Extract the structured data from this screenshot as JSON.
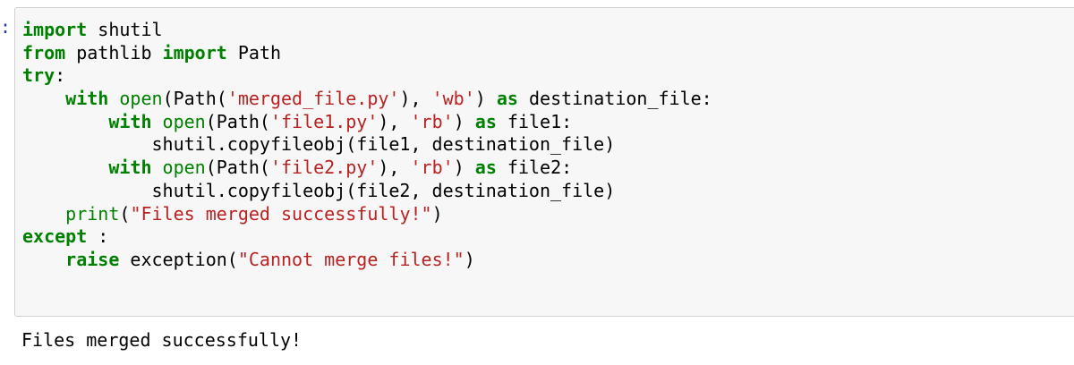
{
  "cell": {
    "prompt": ":",
    "lines": [
      [
        {
          "t": "import",
          "k": "kw"
        },
        {
          "t": " shutil",
          "k": "tok"
        }
      ],
      [
        {
          "t": "from",
          "k": "kw"
        },
        {
          "t": " pathlib ",
          "k": "tok"
        },
        {
          "t": "import",
          "k": "kw"
        },
        {
          "t": " Path",
          "k": "tok"
        }
      ],
      [
        {
          "t": "try",
          "k": "kw"
        },
        {
          "t": ":",
          "k": "tok"
        }
      ],
      [
        {
          "t": "    ",
          "k": "tok"
        },
        {
          "t": "with",
          "k": "kw"
        },
        {
          "t": " ",
          "k": "tok"
        },
        {
          "t": "open",
          "k": "bi"
        },
        {
          "t": "(Path(",
          "k": "tok"
        },
        {
          "t": "'merged_file.py'",
          "k": "str"
        },
        {
          "t": "), ",
          "k": "tok"
        },
        {
          "t": "'wb'",
          "k": "str"
        },
        {
          "t": ") ",
          "k": "tok"
        },
        {
          "t": "as",
          "k": "kw"
        },
        {
          "t": " destination_file:",
          "k": "tok"
        }
      ],
      [
        {
          "t": "        ",
          "k": "tok"
        },
        {
          "t": "with",
          "k": "kw"
        },
        {
          "t": " ",
          "k": "tok"
        },
        {
          "t": "open",
          "k": "bi"
        },
        {
          "t": "(Path(",
          "k": "tok"
        },
        {
          "t": "'file1.py'",
          "k": "str"
        },
        {
          "t": "), ",
          "k": "tok"
        },
        {
          "t": "'rb'",
          "k": "str"
        },
        {
          "t": ") ",
          "k": "tok"
        },
        {
          "t": "as",
          "k": "kw"
        },
        {
          "t": " file1:",
          "k": "tok"
        }
      ],
      [
        {
          "t": "            shutil.copyfileobj(file1, destination_file)",
          "k": "tok"
        }
      ],
      [
        {
          "t": "        ",
          "k": "tok"
        },
        {
          "t": "with",
          "k": "kw"
        },
        {
          "t": " ",
          "k": "tok"
        },
        {
          "t": "open",
          "k": "bi"
        },
        {
          "t": "(Path(",
          "k": "tok"
        },
        {
          "t": "'file2.py'",
          "k": "str"
        },
        {
          "t": "), ",
          "k": "tok"
        },
        {
          "t": "'rb'",
          "k": "str"
        },
        {
          "t": ") ",
          "k": "tok"
        },
        {
          "t": "as",
          "k": "kw"
        },
        {
          "t": " file2:",
          "k": "tok"
        }
      ],
      [
        {
          "t": "            shutil.copyfileobj(file2, destination_file)",
          "k": "tok"
        }
      ],
      [
        {
          "t": "    ",
          "k": "tok"
        },
        {
          "t": "print",
          "k": "bi"
        },
        {
          "t": "(",
          "k": "tok"
        },
        {
          "t": "\"Files merged successfully!\"",
          "k": "str"
        },
        {
          "t": ")",
          "k": "tok"
        }
      ],
      [
        {
          "t": "except",
          "k": "kw"
        },
        {
          "t": " :",
          "k": "tok"
        }
      ],
      [
        {
          "t": "    ",
          "k": "tok"
        },
        {
          "t": "raise",
          "k": "kw"
        },
        {
          "t": " exception(",
          "k": "tok"
        },
        {
          "t": "\"Cannot merge files!\"",
          "k": "str"
        },
        {
          "t": ")",
          "k": "tok"
        }
      ]
    ]
  },
  "output": {
    "text": "Files merged successfully!"
  },
  "colors": {
    "keyword": "#008000",
    "string": "#ba2121",
    "cell_background": "#f7f7f7",
    "cell_border": "#cfcfcf"
  }
}
